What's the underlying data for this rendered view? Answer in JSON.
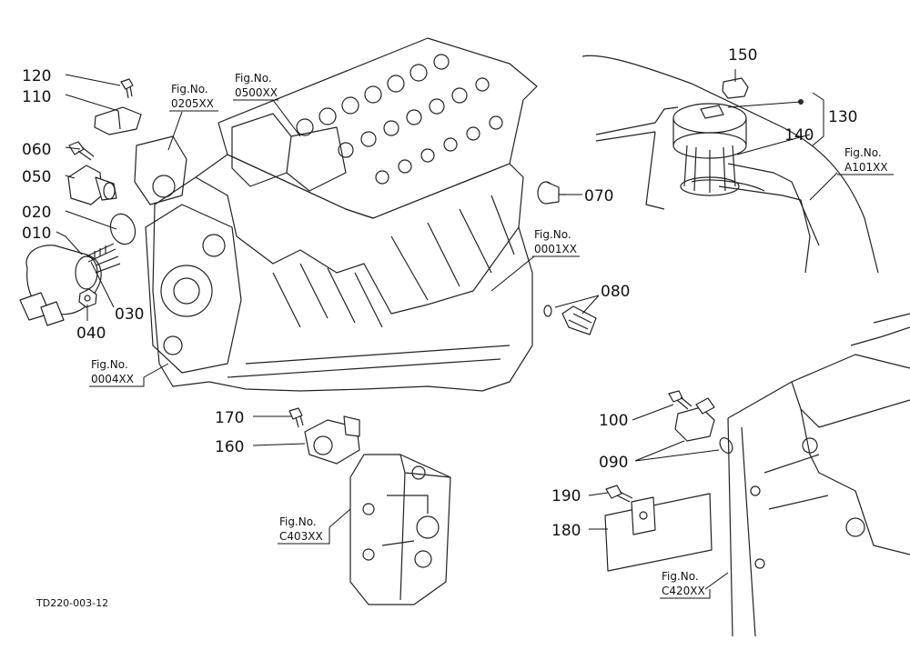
{
  "parts": [
    {
      "id": "p010",
      "label": "010"
    },
    {
      "id": "p020",
      "label": "020"
    },
    {
      "id": "p030",
      "label": "030"
    },
    {
      "id": "p040",
      "label": "040"
    },
    {
      "id": "p050",
      "label": "050"
    },
    {
      "id": "p060",
      "label": "060"
    },
    {
      "id": "p070",
      "label": "070"
    },
    {
      "id": "p080",
      "label": "080"
    },
    {
      "id": "p090",
      "label": "090"
    },
    {
      "id": "p100",
      "label": "100"
    },
    {
      "id": "p110",
      "label": "110"
    },
    {
      "id": "p120",
      "label": "120"
    },
    {
      "id": "p130",
      "label": "130"
    },
    {
      "id": "p140",
      "label": "140"
    },
    {
      "id": "p150",
      "label": "150"
    },
    {
      "id": "p160",
      "label": "160"
    },
    {
      "id": "p170",
      "label": "170"
    },
    {
      "id": "p180",
      "label": "180"
    },
    {
      "id": "p190",
      "label": "190"
    }
  ],
  "figure_refs": [
    {
      "id": "f0205",
      "prefix": "Fig.No.",
      "code": "0205XX"
    },
    {
      "id": "f0500",
      "prefix": "Fig.No.",
      "code": "0500XX"
    },
    {
      "id": "f0001",
      "prefix": "Fig.No.",
      "code": "0001XX"
    },
    {
      "id": "f0004",
      "prefix": "Fig.No.",
      "code": "0004XX"
    },
    {
      "id": "fA101",
      "prefix": "Fig.No.",
      "code": "A101XX"
    },
    {
      "id": "fC403",
      "prefix": "Fig.No.",
      "code": "C403XX"
    },
    {
      "id": "fC420",
      "prefix": "Fig.No.",
      "code": "C420XX"
    }
  ],
  "drawing_code": "TD220-003-12"
}
